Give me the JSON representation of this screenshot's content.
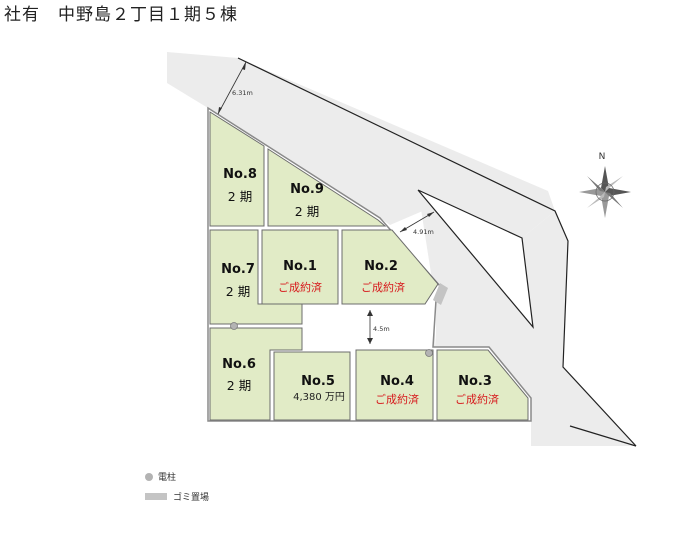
{
  "title": "社有　中野島２丁目１期５棟",
  "lots": [
    {
      "id": "no8",
      "number": "No.8",
      "phase": "2 期",
      "status": "",
      "price": ""
    },
    {
      "id": "no9",
      "number": "No.9",
      "phase": "2 期",
      "status": "",
      "price": ""
    },
    {
      "id": "no7",
      "number": "No.7",
      "phase": "2 期",
      "status": "",
      "price": ""
    },
    {
      "id": "no1",
      "number": "No.1",
      "phase": "",
      "status": "ご成約済",
      "price": ""
    },
    {
      "id": "no2",
      "number": "No.2",
      "phase": "",
      "status": "ご成約済",
      "price": ""
    },
    {
      "id": "no6",
      "number": "No.6",
      "phase": "2 期",
      "status": "",
      "price": ""
    },
    {
      "id": "no5",
      "number": "No.5",
      "phase": "",
      "status": "",
      "price": "4,380 万円"
    },
    {
      "id": "no4",
      "number": "No.4",
      "phase": "",
      "status": "ご成約済",
      "price": ""
    },
    {
      "id": "no3",
      "number": "No.3",
      "phase": "",
      "status": "ご成約済",
      "price": ""
    }
  ],
  "dimensions": {
    "road_north": "6.31m",
    "road_east": "4.91m",
    "road_internal": "4.5m"
  },
  "compass": {
    "label": "N"
  },
  "legend": {
    "pole": "電柱",
    "garbage": "ゴミ置場"
  },
  "colors": {
    "lot_fill": "#e1ebc6",
    "road": "#ececec",
    "sold_text": "#d7191c",
    "outline": "#8a8a8a",
    "pole": "#b3b3b3",
    "garbage": "#c4c4c4"
  }
}
